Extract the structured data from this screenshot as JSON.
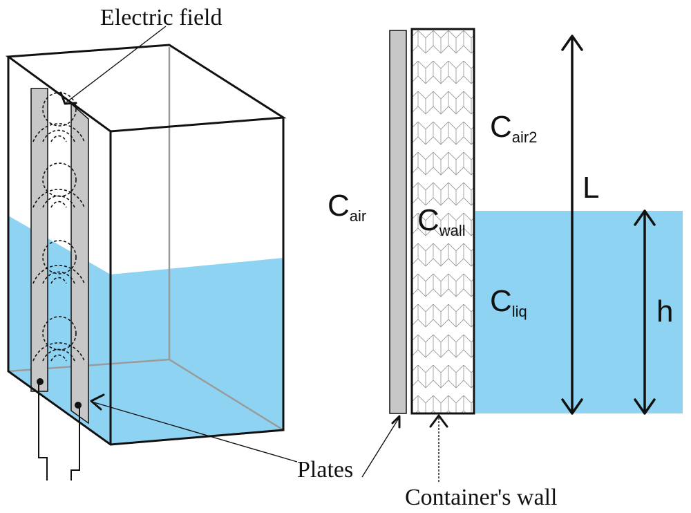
{
  "labels": {
    "electric_field": "Electric field",
    "plates": "Plates",
    "container_wall": "Container's wall",
    "length_symbol": "L",
    "height_symbol": "h"
  },
  "capacitances": {
    "air": {
      "symbol": "C",
      "subscript": "air"
    },
    "air2": {
      "symbol": "C",
      "subscript": "air2"
    },
    "wall": {
      "symbol": "C",
      "subscript": "wall"
    },
    "liquid": {
      "symbol": "C",
      "subscript": "liq"
    }
  },
  "colors": {
    "liquid": "#8fd3f2",
    "plate": "#c7c7c7",
    "outline": "#111111",
    "hidden_edge": "#9a9a9a",
    "background": "#ffffff"
  }
}
